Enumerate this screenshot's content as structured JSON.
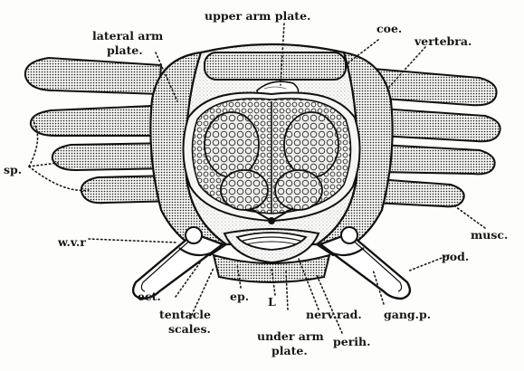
{
  "figure": {
    "labels": {
      "upper_arm_plate": "upper arm plate.",
      "lateral_arm_plate_line1": "lateral arm",
      "lateral_arm_plate_line2": "plate.",
      "coe": "coe.",
      "vertebra": "vertebra.",
      "sp": "sp.",
      "musc": "musc.",
      "pod": "pod.",
      "wvr": "w.v.r",
      "gang_p": "gang.p.",
      "ect": "ect.",
      "tentacle_scales_line1": "tentacle",
      "tentacle_scales_line2": "scales.",
      "ep": "ep.",
      "L": "L",
      "nerv_rad": "nerv.rad.",
      "under_arm_plate_line1": "under arm",
      "under_arm_plate_line2": "plate.",
      "perih": "perih."
    },
    "colors": {
      "ink": "#151515",
      "paper": "#fdfdfb",
      "stipple": "#8c8c8c"
    }
  }
}
